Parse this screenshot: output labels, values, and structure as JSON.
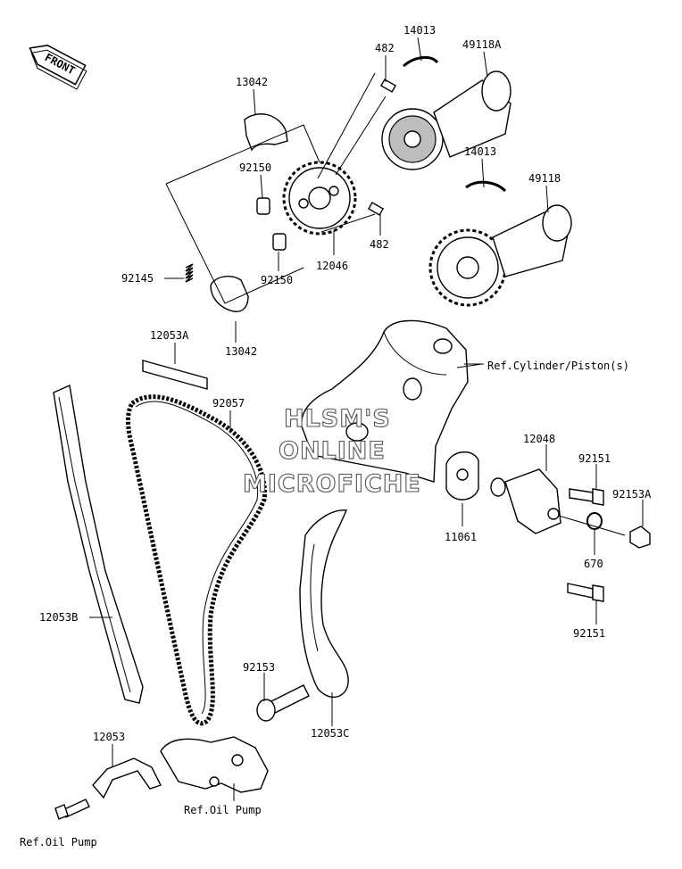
{
  "front_label": "FRONT",
  "labels": {
    "p14013_top": "14013",
    "p49118A": "49118A",
    "p482_top": "482",
    "p13042_top": "13042",
    "p92150_top": "92150",
    "p14013_mid": "14013",
    "p49118": "49118",
    "p482_bottom": "482",
    "p12046": "12046",
    "p92145": "92145",
    "p92150_bottom": "92150",
    "p13042_bottom": "13042",
    "p12053A": "12053A",
    "ref_cylinder": "Ref.Cylinder/Piston(s)",
    "p92057": "92057",
    "p12048": "12048",
    "p92151_top": "92151",
    "p92153A": "92153A",
    "p11061": "11061",
    "p670": "670",
    "p12053B": "12053B",
    "p92151_bottom": "92151",
    "p92153": "92153",
    "p12053C": "12053C",
    "p12053": "12053",
    "ref_oil_pump_right": "Ref.Oil Pump",
    "ref_oil_pump_left": "Ref.Oil Pump"
  },
  "watermark": {
    "line1": "HLSM'S",
    "line2": "ONLINE",
    "line3": "MICROFICHE"
  }
}
